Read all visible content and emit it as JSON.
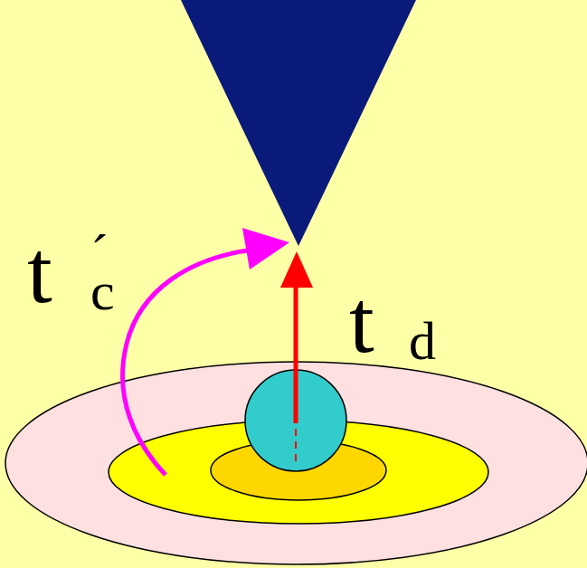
{
  "diagram": {
    "labels": [
      "t",
      "´",
      "c",
      "t",
      "d"
    ]
  }
}
